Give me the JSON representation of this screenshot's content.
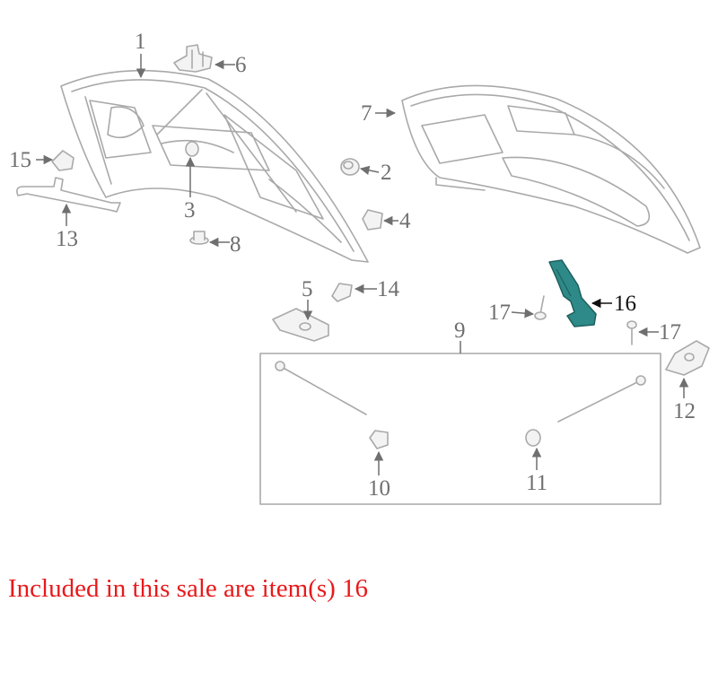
{
  "colors": {
    "part_stroke": "#a9a9a9",
    "label": "#6f6f6f",
    "highlight_part": "#2d8a88",
    "highlight_label": "#111111",
    "sale_text": "#e8191b"
  },
  "callouts": {
    "c1": "1",
    "c2": "2",
    "c3": "3",
    "c4": "4",
    "c5": "5",
    "c6": "6",
    "c7": "7",
    "c8": "8",
    "c9": "9",
    "c10": "10",
    "c11": "11",
    "c12": "12",
    "c13": "13",
    "c14": "14",
    "c15": "15",
    "c16": "16",
    "c17a": "17",
    "c17b": "17"
  },
  "highlighted_item": "16",
  "sale_text": "Included in this sale are item(s) 16"
}
